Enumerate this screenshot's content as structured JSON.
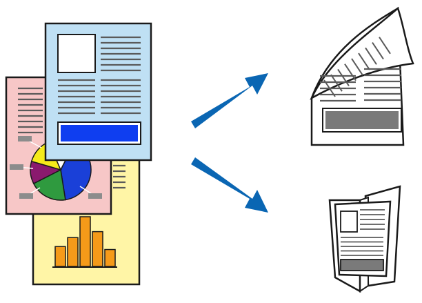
{
  "diagram": {
    "description_items": [],
    "colors": {
      "background": "#ffffff",
      "outline": "#1a1a1a",
      "text_lines": "#5a5a5a",
      "page_blue": "#bfe0f4",
      "page_pink": "#f7c7c7",
      "page_yellow": "#fff5a6",
      "banner_blue": "#0f3ef0",
      "bar_orange": "#f59a19",
      "arrow_blue": "#0a66b3",
      "label_gray": "#8c8c8c",
      "pie_blue": "#1a40d8",
      "pie_green": "#2f9a3f",
      "pie_purple": "#8a1a6e",
      "pie_yellow": "#f5ea1a",
      "pie_white": "#ffffff",
      "banner_gray": "#7a7a7a"
    },
    "source_stack": {
      "pages": [
        "page-yellow",
        "page-pink",
        "page-blue"
      ],
      "bar_values": [
        40,
        58,
        100,
        70,
        34
      ],
      "pie_slices": [
        {
          "name": "blue",
          "value": 40
        },
        {
          "name": "green",
          "value": 20
        },
        {
          "name": "purple",
          "value": 12
        },
        {
          "name": "yellow",
          "value": 14
        },
        {
          "name": "white",
          "value": 14
        }
      ]
    },
    "outputs": [
      {
        "name": "single-sheet-page-curl"
      },
      {
        "name": "folded-booklet"
      }
    ],
    "arrows": [
      {
        "name": "arrow-up-right",
        "direction": "up-right"
      },
      {
        "name": "arrow-down-right",
        "direction": "down-right"
      }
    ]
  }
}
